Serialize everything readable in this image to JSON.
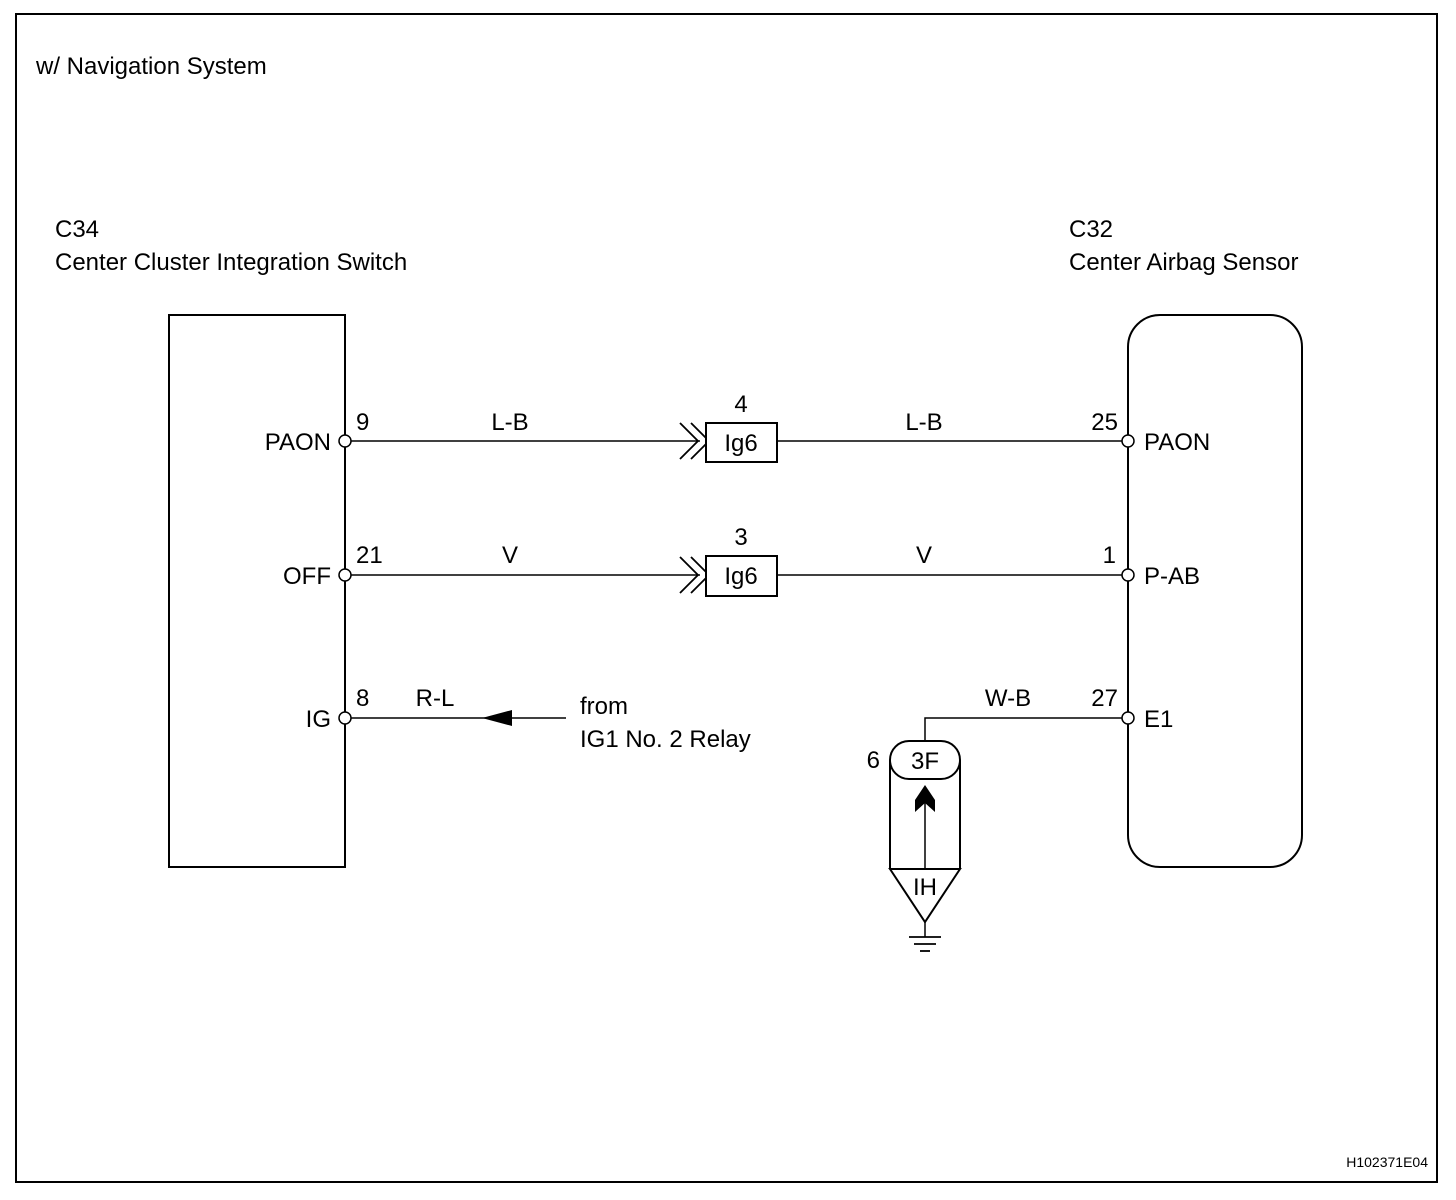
{
  "diagram": {
    "variant_label": "w/ Navigation System",
    "figure_id": "H102371E04",
    "left_component": {
      "code": "C34",
      "name": "Center Cluster Integration Switch"
    },
    "right_component": {
      "code": "C32",
      "name": "Center Airbag Sensor"
    },
    "circuits": [
      {
        "left_terminal": "PAON",
        "left_pin": "9",
        "left_wire": "L-B",
        "connector_pin": "4",
        "connector": "Ig6",
        "right_wire": "L-B",
        "right_pin": "25",
        "right_terminal": "PAON"
      },
      {
        "left_terminal": "OFF",
        "left_pin": "21",
        "left_wire": "V",
        "connector_pin": "3",
        "connector": "Ig6",
        "right_wire": "V",
        "right_pin": "1",
        "right_terminal": "P-AB"
      }
    ],
    "ig_circuit": {
      "terminal": "IG",
      "pin": "8",
      "wire": "R-L",
      "source_line1": "from",
      "source_line2": "IG1 No. 2 Relay"
    },
    "ground_circuit": {
      "wire": "W-B",
      "pin": "27",
      "terminal": "E1",
      "junction_pin": "6",
      "junction_connector": "3F",
      "ground_point": "IH"
    }
  }
}
